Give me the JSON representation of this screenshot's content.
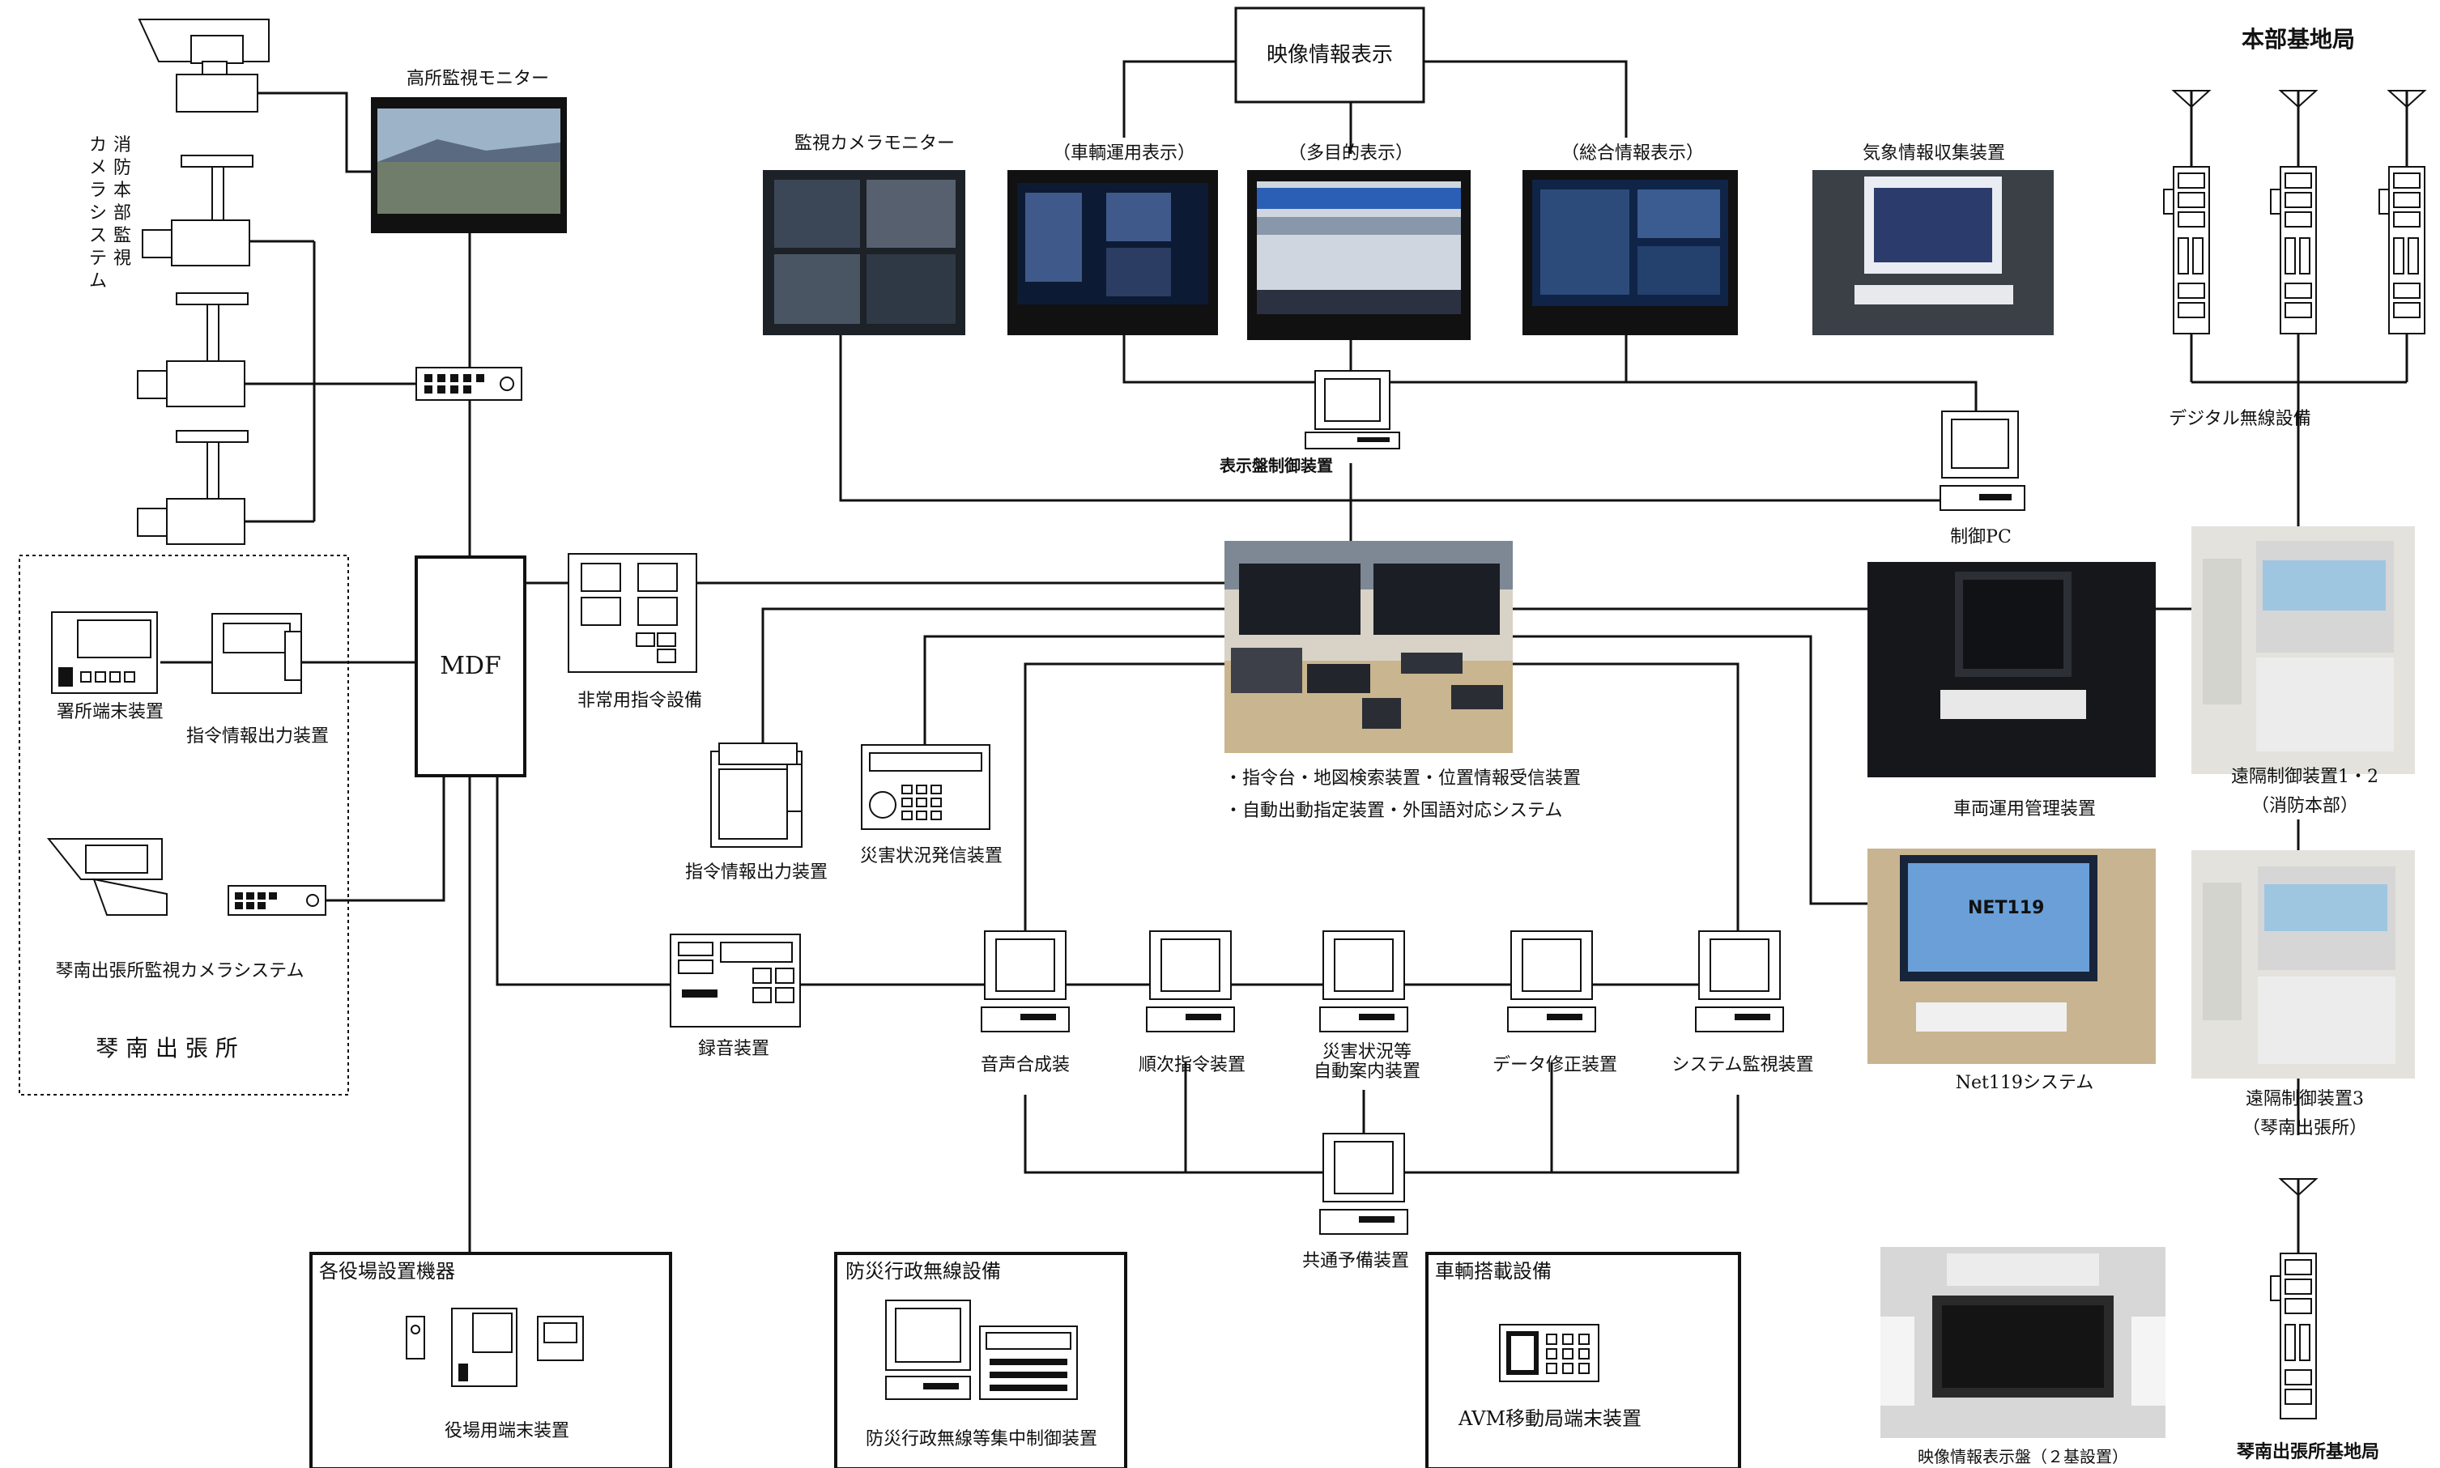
{
  "labels": {
    "hq_camera_system": "消防本部監視カメラシステム",
    "elevated_monitor": "高所監視モニター",
    "image_info_display": "映像情報表示",
    "surveillance_monitor": "監視カメラモニター",
    "vehicle_display": "（車輌運用表示）",
    "multipurpose_display": "（多目的表示）",
    "general_display": "（総合情報表示）",
    "weather_collector": "気象情報収集装置",
    "hq_base_station": "本部基地局",
    "digital_radio": "デジタル無線設備",
    "display_controller": "表示盤制御装置",
    "control_pc": "制御PC",
    "mdf": "MDF",
    "emergency_dispatch": "非常用指令設備",
    "station_terminal": "署所端末装置",
    "dispatch_printer": "指令情報出力装置",
    "kotonami_camera": "琴南出張所監視カメラシステム",
    "kotonami_office": "琴 南 出 張 所",
    "command_desc_1": "・指令台・地図検索装置・位置情報受信装置",
    "command_desc_2": "・自動出動指定装置・外国語対応システム",
    "dispatch_printer_2": "指令情報出力装置",
    "disaster_transmitter": "災害状況発信装置",
    "vehicle_mgmt": "車両運用管理装置",
    "remote_ctrl_12": "遠隔制御装置1・2",
    "remote_ctrl_12_sub": "（消防本部）",
    "net119": "Net119システム",
    "remote_ctrl_3": "遠隔制御装置3",
    "remote_ctrl_3_sub": "（琴南出張所）",
    "recorder": "録音装置",
    "voice_synth": "音声合成装",
    "sequential_dispatch": "順次指令装置",
    "disaster_auto_1": "災害状況等",
    "disaster_auto_2": "自動案内装置",
    "data_edit": "データ修正装置",
    "system_monitor": "システム監視装置",
    "common_spare": "共通予備装置",
    "town_hall_equipment": "各役場設置機器",
    "town_hall_terminal": "役場用端末装置",
    "disaster_radio": "防災行政無線設備",
    "disaster_radio_ctrl": "防災行政無線等集中制御装置",
    "vehicle_equipment": "車輌搭載設備",
    "avm_terminal": "AVM移動局端末装置",
    "video_display_panel": "映像情報表示盤（２基設置）",
    "kotonami_base_station": "琴南出張所基地局",
    "net119_screen": "NET119"
  },
  "colors": {
    "line": "#111111",
    "photo_dark": "#1d2128",
    "photo_blue": "#2a5fb5",
    "photo_desk": "#c9b58f"
  },
  "icons": [
    "camera-icon",
    "monitor-icon",
    "pc-icon",
    "printer-icon",
    "antenna-icon",
    "radio-unit-icon",
    "switch-icon",
    "terminal-icon"
  ]
}
